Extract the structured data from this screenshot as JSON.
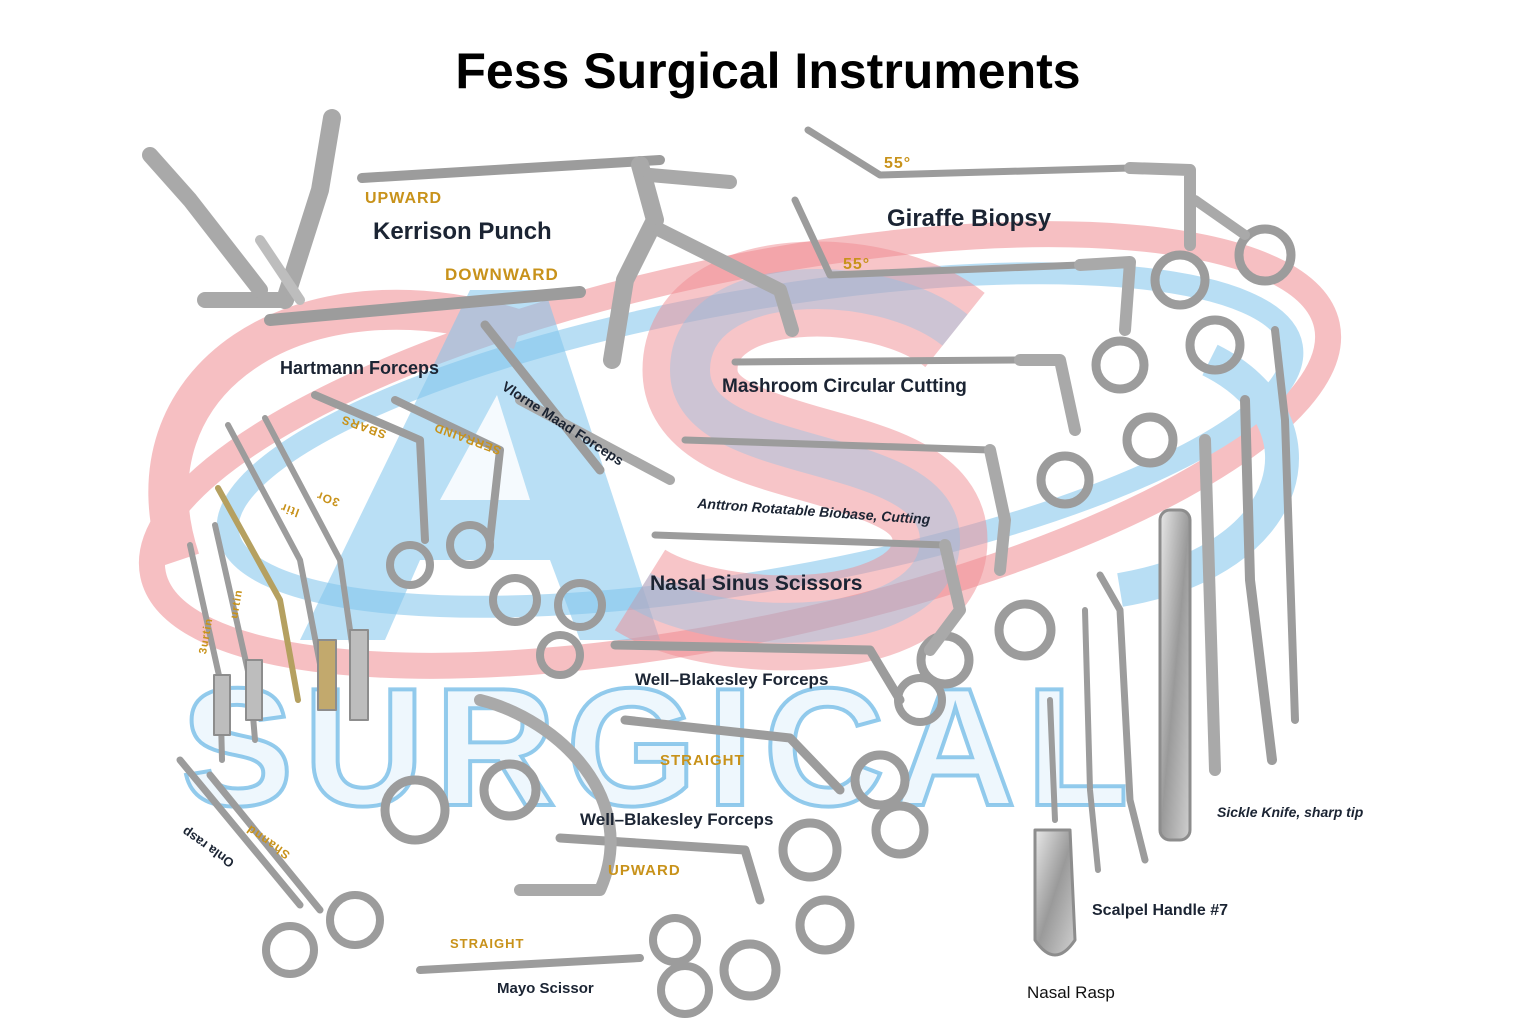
{
  "title": "Fess Surgical Instruments",
  "watermark": {
    "monogram": "AS",
    "word": "SURGICAL"
  },
  "labels": {
    "upward_top": "UPWARD",
    "kerrison": "Kerrison Punch",
    "downward": "DOWNWARD",
    "hartmann": "Hartmann Forceps",
    "giraffe_angle_1": "55°",
    "giraffe": "Giraffe Biopsy",
    "giraffe_angle_2": "55°",
    "mashroom": "Mashroom Circular Cutting",
    "vlorne": "Vlorne Maad Forceps",
    "anttron": "Anttron Rotatable Biobase, Cutting",
    "nasal_sinus": "Nasal Sinus Scissors",
    "well_1": "Well–Blakesley Forceps",
    "straight_1": "STRAIGHT",
    "well_2": "Well–Blakesley Forceps",
    "upward_bottom": "UPWARD",
    "straight_2": "STRAIGHT",
    "mayo": "Mayo Scissor",
    "sickle": "Sickle Knife, sharp tip",
    "scalpel": "Scalpel Handle #7",
    "nasal_rasp": "Nasal Rasp",
    "rot_sbars": "SBARS",
    "rot_serraind": "SERRAIND",
    "rot_3or": "3Or",
    "rot_ltir": "ltir",
    "rot_urtin": "urtin",
    "rot_3urtin": "3urtin",
    "rot_onlarasp": "Onla rasp",
    "rot_shannd": "Shannd"
  },
  "colors": {
    "watermark_blue": "#7fc4ec",
    "watermark_red": "#ef8c92",
    "gold": "#c8921a",
    "navy": "#1b2433"
  }
}
